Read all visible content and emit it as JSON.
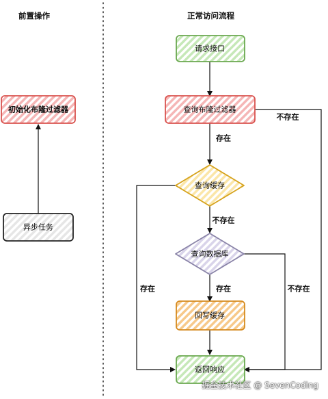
{
  "sections": {
    "left_title": "前置操作",
    "right_title": "正常访问流程"
  },
  "nodes": {
    "init_filter": {
      "label": "初始化布隆过滤器",
      "color": "#d9534f",
      "fill": "#f5b6b6"
    },
    "async_task": {
      "label": "异步任务",
      "color": "#222222",
      "fill": "#e6e6e6"
    },
    "request": {
      "label": "请求接口",
      "color": "#6aa84f",
      "fill": "#c6e8b8"
    },
    "query_filter": {
      "label": "查询布隆过滤器",
      "color": "#d9534f",
      "fill": "#f5b6b6"
    },
    "query_cache": {
      "label": "查询缓存",
      "color": "#d6a21b",
      "fill": "#fbe6a8"
    },
    "query_db": {
      "label": "查询数据库",
      "color": "#8a84a8",
      "fill": "#d9d4ea"
    },
    "write_cache": {
      "label": "回写缓存",
      "color": "#d58a1e",
      "fill": "#f7c98a"
    },
    "response": {
      "label": "返回响应",
      "color": "#6aa84f",
      "fill": "#c6e8b8"
    }
  },
  "edges": {
    "filter_exists": "存在",
    "filter_not_exists": "不存在",
    "cache_not_exists": "不存在",
    "cache_exists": "存在",
    "db_exists": "存在",
    "db_not_exists": "不存在"
  },
  "watermark": "掘金技术社区 @ SevenCoding"
}
